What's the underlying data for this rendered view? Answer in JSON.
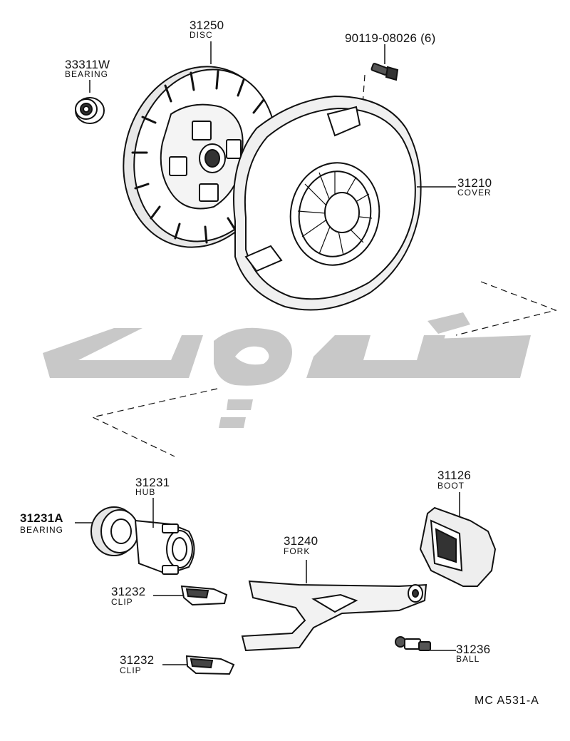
{
  "parts": {
    "bearing_top": {
      "number": "33311W",
      "name": "BEARING"
    },
    "disc": {
      "number": "31250",
      "name": "DISC"
    },
    "bolt": {
      "number": "90119-08026 (6)"
    },
    "cover": {
      "number": "31210",
      "name": "COVER"
    },
    "hub": {
      "number": "31231",
      "name": "HUB"
    },
    "bearing_release": {
      "number": "31231A",
      "name": "BEARING"
    },
    "clip_upper": {
      "number": "31232",
      "name": "CLIP"
    },
    "clip_lower": {
      "number": "31232",
      "name": "CLIP"
    },
    "fork": {
      "number": "31240",
      "name": "FORK"
    },
    "boot": {
      "number": "31126",
      "name": "BOOT"
    },
    "ball": {
      "number": "31236",
      "name": "BALL"
    }
  },
  "diagram_code": "MC  A531-A",
  "colors": {
    "line": "#111111",
    "watermark": "#c8c8c8"
  }
}
